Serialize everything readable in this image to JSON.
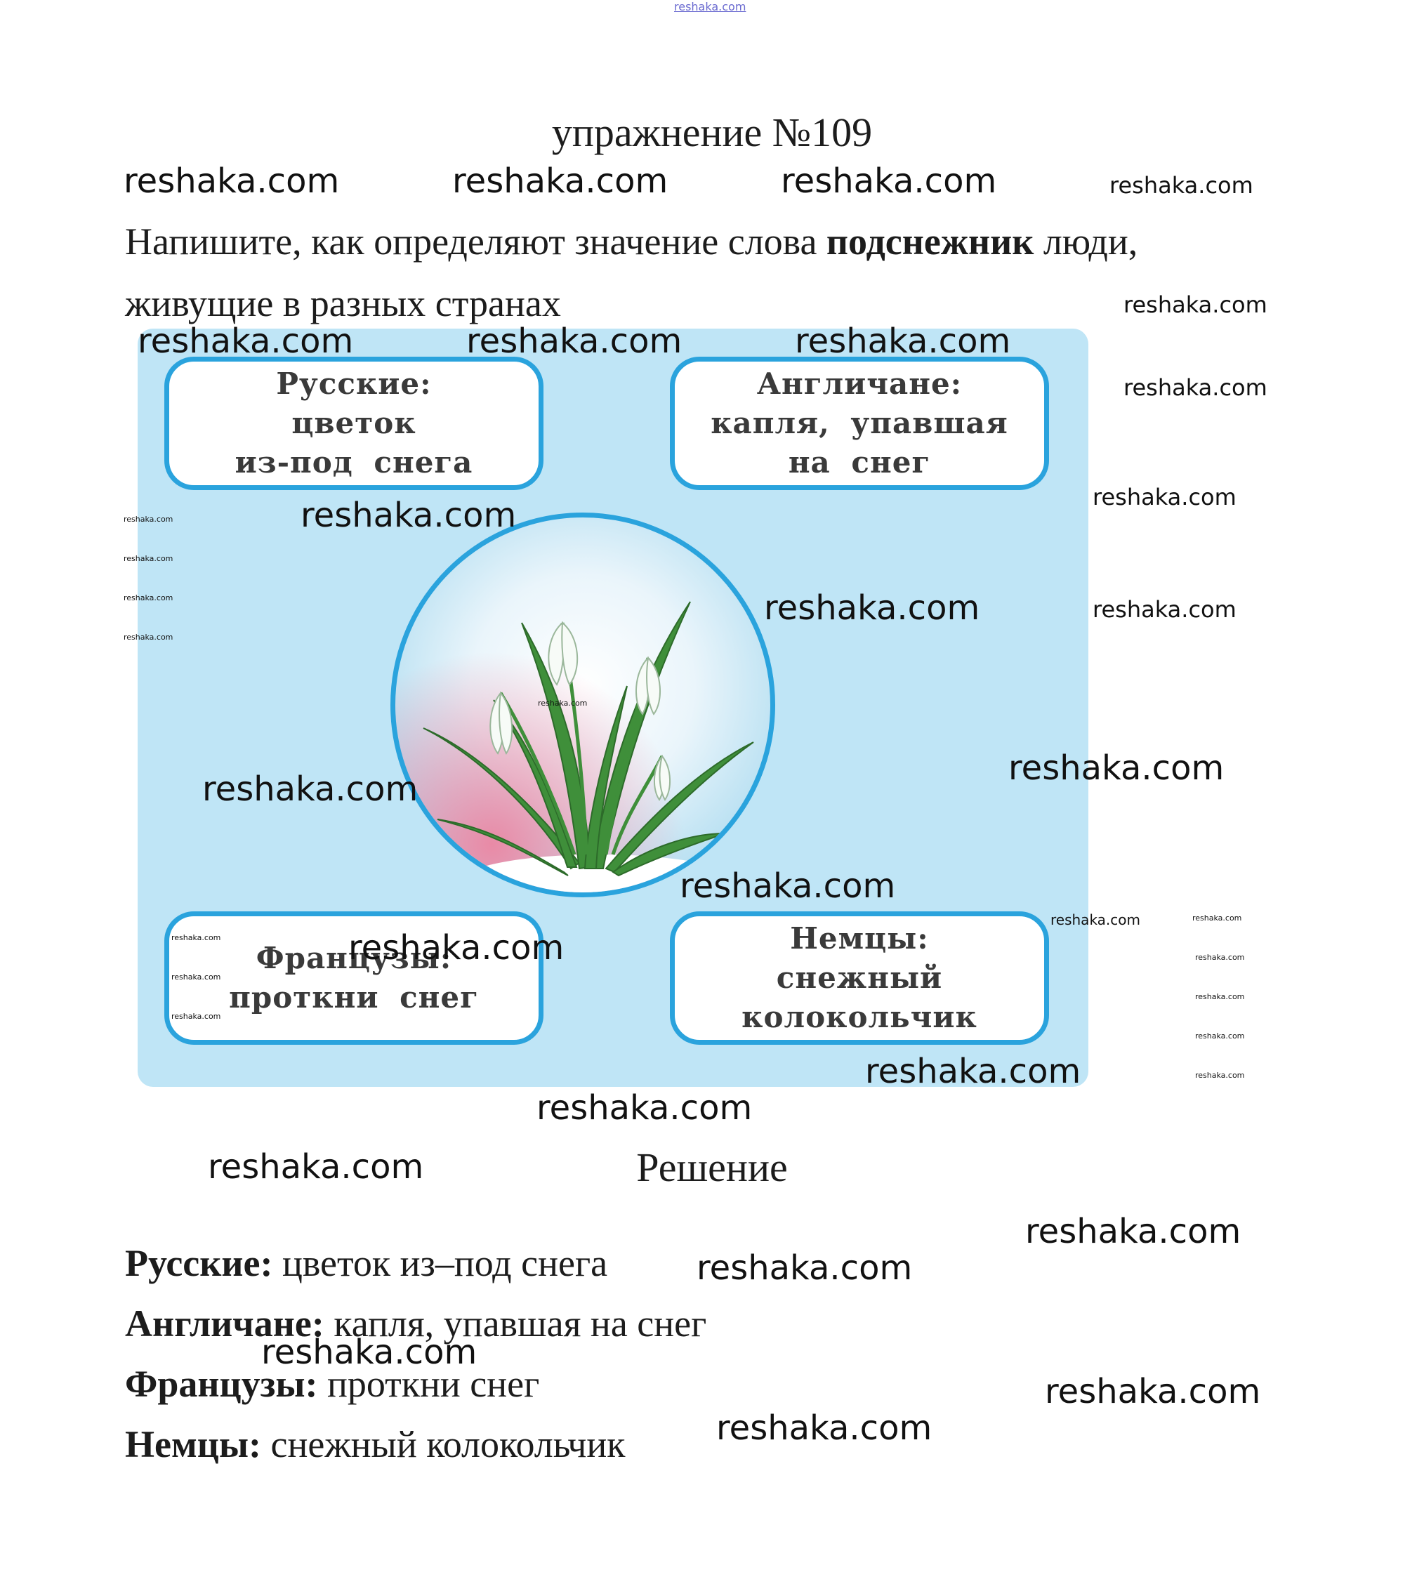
{
  "site_header": "reshaka.com",
  "title": "упражнение №109",
  "task": {
    "before": "Напишите, как определяют значение слова ",
    "keyword": "подснежник",
    "after": " люди, живущие в разных странах"
  },
  "cards": {
    "russian": [
      "Русские:",
      "цветок",
      "из-под снега"
    ],
    "english": [
      "Англичане:",
      "капля, упавшая",
      "на снег"
    ],
    "french": [
      "Французы:",
      "проткни снег"
    ],
    "german": [
      "Немцы:",
      "снежный",
      "колокольчик"
    ]
  },
  "solution_heading": "Решение",
  "answers": [
    {
      "label": "Русские:",
      "text": " цветок из–под снега"
    },
    {
      "label": "Англичане:",
      "text": " капля, упавшая на снег"
    },
    {
      "label": "Французы:",
      "text": " проткни снег"
    },
    {
      "label": "Немцы:",
      "text": " снежный колокольчик"
    }
  ],
  "watermark": "reshaka.com",
  "colors": {
    "panel_bg": "#bfe5f6",
    "card_border": "#2aa3dd",
    "watermark_top": "#6a6ad0"
  }
}
